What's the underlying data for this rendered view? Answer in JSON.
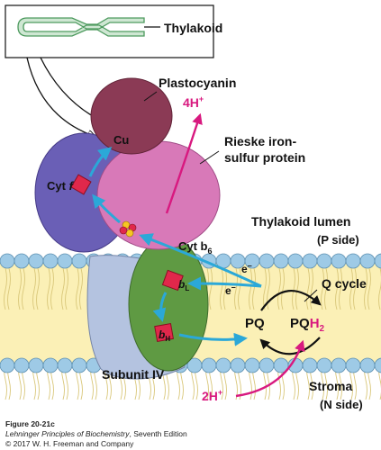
{
  "labels": {
    "thylakoid": "Thylakoid",
    "plastocyanin": "Plastocyanin",
    "cu": "Cu",
    "four_h": "4H",
    "rieske_line1": "Rieske iron-",
    "rieske_line2": "sulfur protein",
    "cyt_f": "Cyt ",
    "cyt_f_italic": "f",
    "thylakoid_lumen": "Thylakoid lumen",
    "p_side": "(P side)",
    "cyt_b6": "Cyt b",
    "cyt_b6_sub": "6",
    "e1": "e",
    "e2": "e",
    "q_cycle": "Q cycle",
    "bl": "b",
    "bl_sub": "L",
    "bh": "b",
    "bh_sub": "H",
    "pq": "PQ",
    "pqh2_main": "PQ",
    "pqh2_sub": "H",
    "pqh2_sub2": "2",
    "subunit_iv": "Subunit IV",
    "stroma": "Stroma",
    "n_side": "(N side)",
    "two_h": "2H",
    "plus": "+",
    "minus": "–"
  },
  "caption": {
    "figure": "Figure 20-21c",
    "book_title": "Lehninger Principles of Biochemistry",
    "book_rest": ", Seventh Edition",
    "copyright": "© 2017 W. H. Freeman and Company"
  },
  "colors": {
    "plastocyanin": "#8b3a55",
    "rieske": "#d879b8",
    "cyt_f": "#6a5fb6",
    "cyt_b6": "#5f9a43",
    "subunit_iv": "#b4c3e0",
    "heme": "#e0284b",
    "electron_arrow": "#2ba8d8",
    "proton_arrow": "#d8197f",
    "membrane_head": "#9ecae6",
    "membrane_core": "#fbf0b6"
  }
}
